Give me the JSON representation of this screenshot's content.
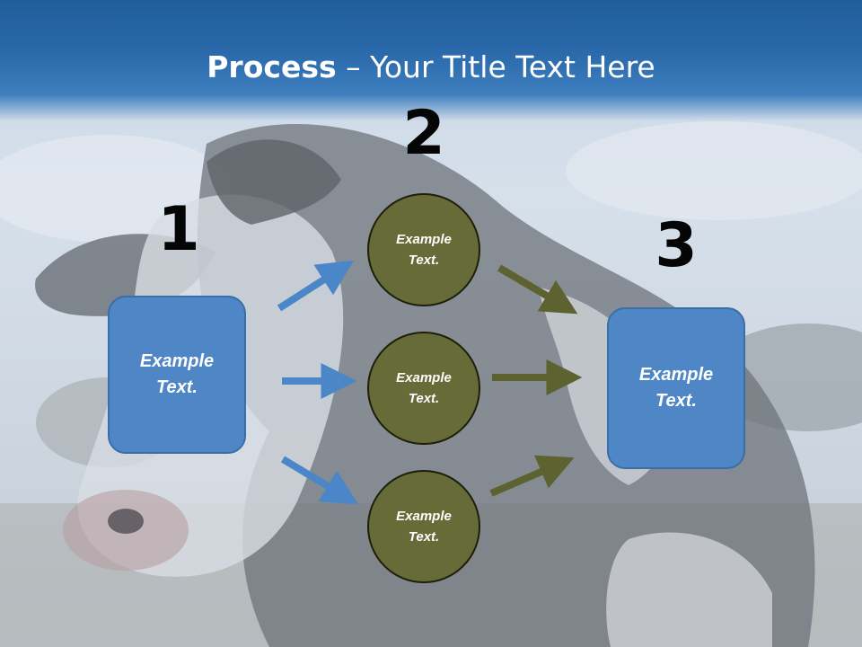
{
  "slide": {
    "title_bold": "Process",
    "title_rest": " – Your Title Text Here"
  },
  "steps": {
    "one": "1",
    "two": "2",
    "three": "3"
  },
  "left_box": {
    "label": "Example\nText."
  },
  "right_box": {
    "label": "Example\nText."
  },
  "circles": [
    {
      "label": "Example\nText."
    },
    {
      "label": "Example\nText."
    },
    {
      "label": "Example\nText."
    }
  ],
  "colors": {
    "header": "#2b6aab",
    "box_fill": "#4f86c6",
    "circle_fill": "#676b37",
    "blue_arrow": "#4a86c8",
    "olive_arrow": "#5e6130"
  }
}
